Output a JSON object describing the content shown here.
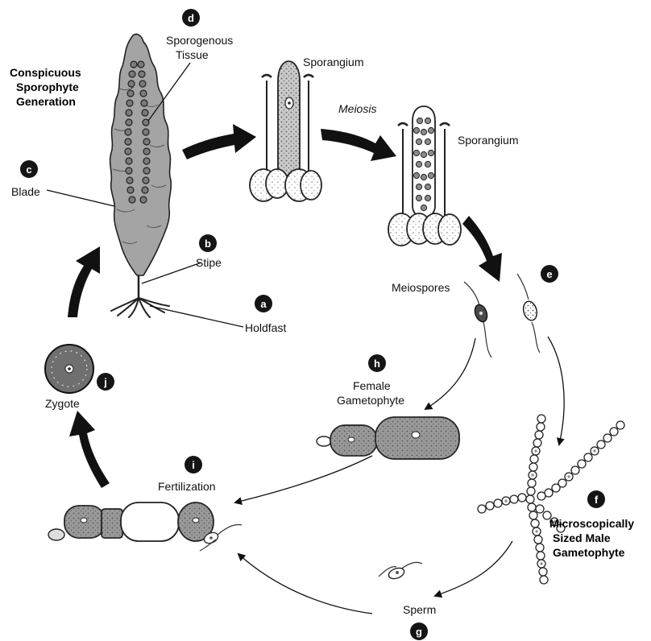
{
  "colors": {
    "ink": "#111111",
    "badge": "#151515",
    "tissue": "#a4a4a4",
    "cell": "#8e8e8e",
    "stipple": "#555555",
    "paper": "#ffffff"
  },
  "sporophyte": {
    "title_line1": "Conspicuous",
    "title_line2": "Sporophyte",
    "title_line3": "Generation"
  },
  "labels": {
    "sporogenous_line1": "Sporogenous",
    "sporogenous_line2": "Tissue",
    "blade": "Blade",
    "stipe": "Stipe",
    "holdfast": "Holdfast",
    "sporangium_1": "Sporangium",
    "meiosis": "Meiosis",
    "sporangium_2": "Sporangium",
    "meiospores": "Meiospores",
    "female_line1": "Female",
    "female_line2": "Gametophyte",
    "male_line1": "Microscopically",
    "male_line2": "Sized Male",
    "male_line3": "Gametophyte",
    "sperm": "Sperm",
    "fertilization": "Fertilization",
    "zygote": "Zygote"
  },
  "badges": {
    "a": "a",
    "b": "b",
    "c": "c",
    "d": "d",
    "e": "e",
    "f": "f",
    "g": "g",
    "h": "h",
    "i": "i",
    "j": "j"
  },
  "icons": {
    "cycle_arrow": "curved-arrow-icon",
    "badge": "letter-badge-icon"
  }
}
